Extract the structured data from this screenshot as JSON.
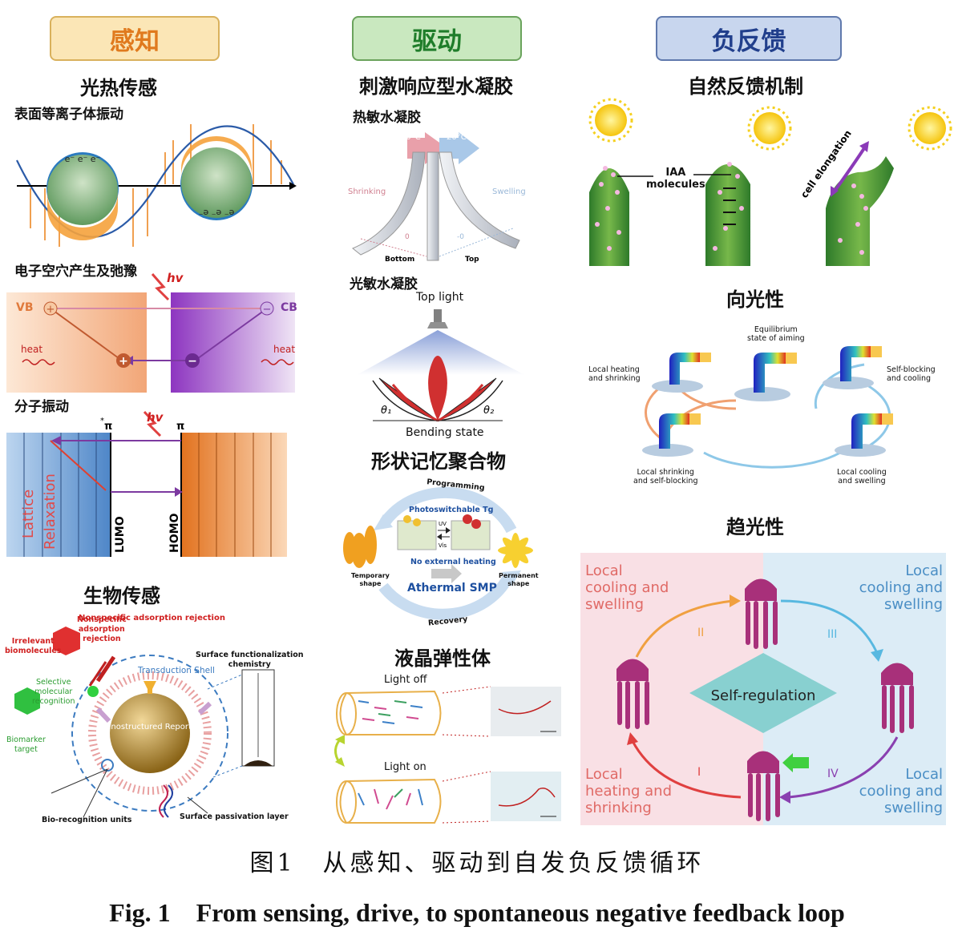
{
  "headers": {
    "sense": "感知",
    "drive": "驱动",
    "feedback": "负反馈"
  },
  "sense": {
    "photothermal_title": "光热传感",
    "plasmon_title": "表面等离子体振动",
    "electron_symbols": "e⁻ e⁻ e⁻",
    "electron_hole_title": "电子空穴产生及弛豫",
    "hv": "hv",
    "vb": "VB",
    "cb": "CB",
    "heat": "heat",
    "plus": "+",
    "minus": "−",
    "molecular_title": "分子振动",
    "pi": "π",
    "pi_star": "*",
    "lattice": "Lattice",
    "relaxation": "Relaxation",
    "lumo": "LUMO",
    "homo": "HOMO",
    "bio_title": "生物传感",
    "nonspecific": "Nonspecific\nadsorption\nrejection",
    "irrelevant": "Irrelevant\nbiomolecules",
    "transduction": "Transduction Shell",
    "surface_func": "Surface functionalization\nchemistry",
    "selective": "Selective\nmolecular\nrecognition",
    "biomarker": "Biomarker\ntarget",
    "reporter": "Nanostructured\nReporter",
    "biorec": "Bio-recognition units",
    "passivation": "Surface passivation layer"
  },
  "drive": {
    "hydrogel_title": "刺激响应型水凝胶",
    "thermo_title": "热敏水凝胶",
    "t50": "50°C",
    "t20": "20°C",
    "shrinking": "Shrinking",
    "swelling": "Swelling",
    "zero": "0",
    "neg_zero": "-0",
    "bottom": "Bottom",
    "top": "Top",
    "photo_title": "光敏水凝胶",
    "top_light": "Top light",
    "bending": "Bending state",
    "theta1": "θ₁",
    "theta2": "θ₂",
    "smp_title": "形状记忆聚合物",
    "programming": "Programming",
    "photoswitch": "Photoswitchable Tg",
    "uv": "UV",
    "vis": "Vis",
    "no_heat": "No external heating",
    "temp_shape": "Temporary\nshape",
    "perm_shape": "Permanent\nshape",
    "athermal": "Athermal SMP",
    "recovery": "Recovery",
    "lce_title": "液晶弹性体",
    "light_off": "Light off",
    "light_on": "Light on"
  },
  "feedback": {
    "natural_title": "自然反馈机制",
    "iaa": "IAA\nmolecules",
    "cell_elong": "cell elongation",
    "phototropism_title": "向光性",
    "equilibrium": "Equilibrium\nstate of aiming",
    "local_heat_shrink": "Local heating\nand shrinking",
    "self_block_cool": "Self-blocking\nand cooling",
    "local_shrink_block": "Local shrinking\nand self-blocking",
    "local_cool_swell": "Local cooling\nand swelling",
    "phototaxis_title": "趋光性",
    "jf_tl": "Local\ncooling and\nswelling",
    "jf_tr": "Local\ncooling and\nswelling",
    "jf_bl": "Local\nheating and\nshrinking",
    "jf_br": "Local\ncooling and\nswelling",
    "self_reg": "Self-regulation",
    "r1": "I",
    "r2": "II",
    "r3": "III",
    "r4": "IV"
  },
  "caption_cn": "图1　从感知、驱动到自发负反馈循环",
  "caption_en": "Fig. 1　From sensing, drive, to spontaneous negative feedback loop"
}
